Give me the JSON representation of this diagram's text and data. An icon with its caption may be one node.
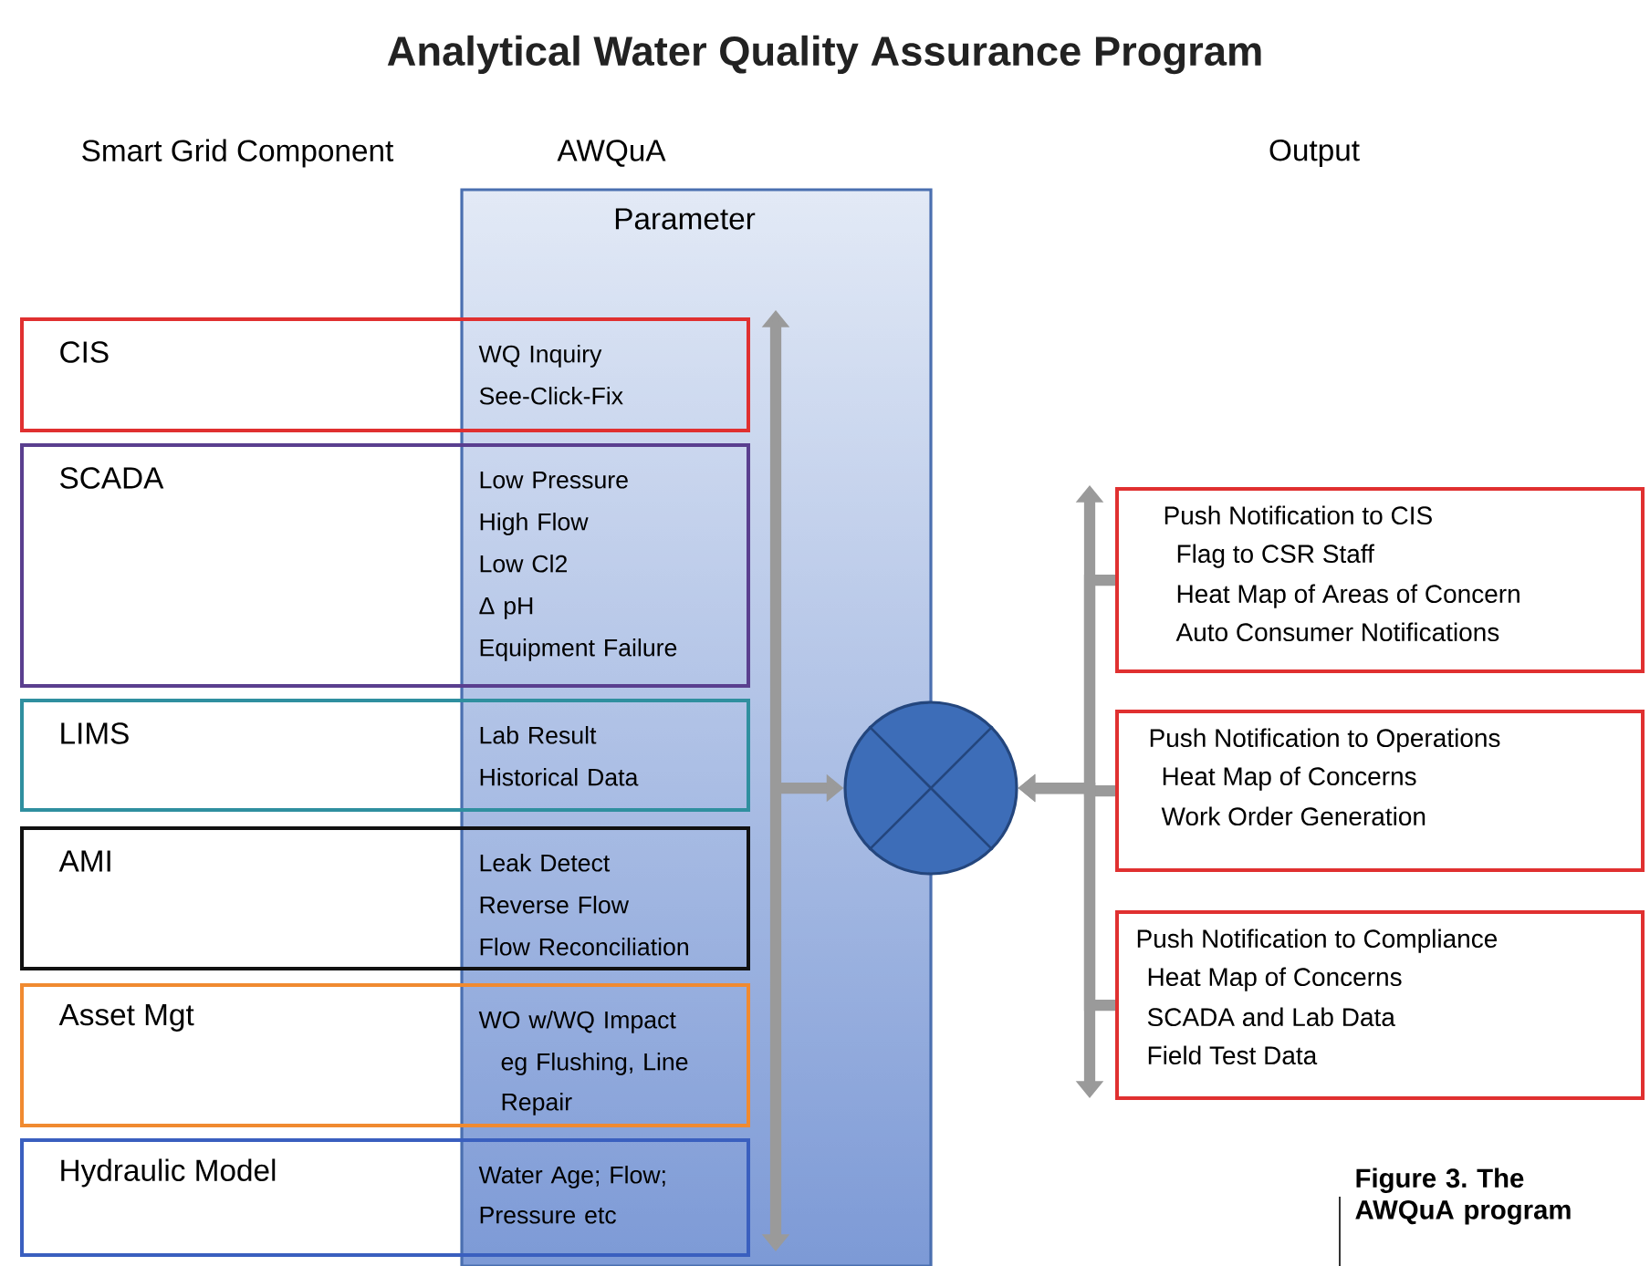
{
  "diagram": {
    "title": "Analytical Water Quality Assurance Program",
    "caption": "Figure 3. The AWQuA program",
    "nodes": [
      {
        "text": [
          "AWQuA",
          "Parameter"
        ]
      },
      {
        "text": [
          "CIS",
          "WQ Inquiry",
          "See-Click-Fix"
        ]
      },
      {
        "text": [
          "SCADA",
          "Low Pressure",
          "High Flow",
          "Low Cl2",
          "Δ pH",
          "Equipment Failure"
        ]
      },
      {
        "text": [
          "LIMS",
          "Lab Result",
          "Historical Data"
        ]
      },
      {
        "text": [
          "AMI",
          "Leak Detect",
          "Reverse Flow",
          "Flow Reconciliation"
        ]
      },
      {
        "text": [
          "Asset Mgt",
          "WO w/WQ Impact",
          "eg Flushing, Line Repair"
        ]
      },
      {
        "text": [
          "Hydraulic Model",
          "Water Age; Flow; Pressure etc"
        ]
      },
      {
        "text": [],
        "shape": "circle"
      },
      {
        "text": [
          "Push Notification to CIS",
          "Flag to CSR Staff",
          "Heat Map of Areas of Concern",
          "Auto Consumer Notifications"
        ]
      },
      {
        "text": [
          "Push Notification to Operations",
          "Heat Map of Concerns",
          "Work Order Generation"
        ]
      },
      {
        "text": [
          "Push Notification to Compliance",
          "Heat Map of Concerns",
          "SCADA and Lab Data",
          "Field Test Data"
        ]
      }
    ],
    "edges": [
      {
        "from": 0,
        "to": 7,
        "arrow": "to"
      },
      {
        "from": 8,
        "to": 7,
        "arrow": "to"
      },
      {
        "from": 9,
        "to": 7,
        "arrow": "to"
      },
      {
        "from": 10,
        "to": 7,
        "arrow": "to"
      }
    ],
    "labels": [
      "Smart Grid Component",
      "Output"
    ]
  }
}
